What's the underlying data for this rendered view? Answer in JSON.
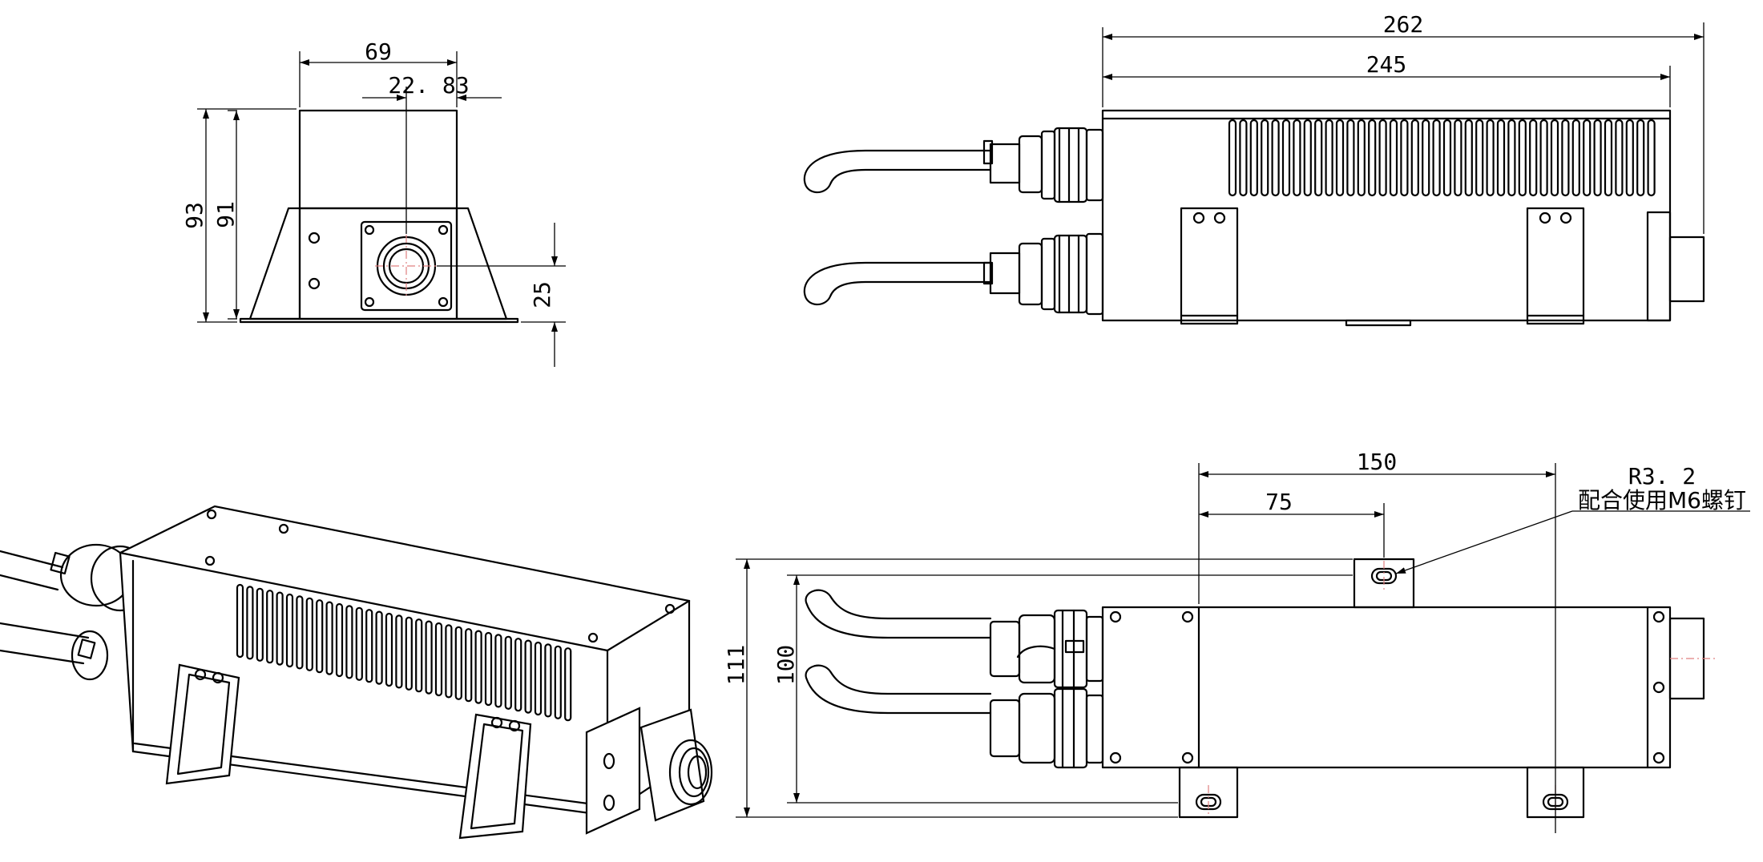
{
  "views": {
    "front": {
      "dims": {
        "width_69": "69",
        "offset_22_83": "22. 83",
        "height_93": "93",
        "height_91": "91",
        "center_25": "25"
      }
    },
    "top": {
      "dims": {
        "length_262": "262",
        "length_245": "245"
      }
    },
    "bottom": {
      "dims": {
        "span_150": "150",
        "span_75": "75",
        "width_111": "111",
        "width_100": "100"
      },
      "note": {
        "radius": "R3. 2",
        "text": "配合使用M6螺钉"
      }
    }
  },
  "colors": {
    "line": "#000000",
    "centerline": "#e08080",
    "background": "#ffffff"
  }
}
